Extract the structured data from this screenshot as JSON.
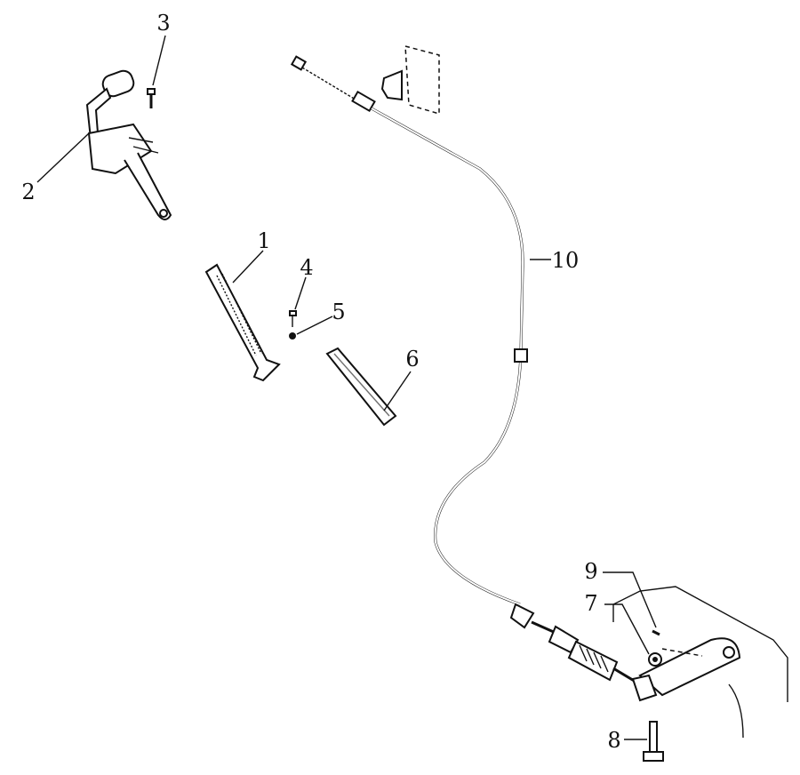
{
  "diagram": {
    "title": "Throttle pedal and cable assembly exploded view",
    "callouts": [
      {
        "id": "1",
        "label": "1"
      },
      {
        "id": "2",
        "label": "2"
      },
      {
        "id": "3",
        "label": "3"
      },
      {
        "id": "4",
        "label": "4"
      },
      {
        "id": "5",
        "label": "5"
      },
      {
        "id": "6",
        "label": "6"
      },
      {
        "id": "7",
        "label": "7"
      },
      {
        "id": "8",
        "label": "8"
      },
      {
        "id": "9",
        "label": "9"
      },
      {
        "id": "10",
        "label": "10"
      }
    ]
  }
}
